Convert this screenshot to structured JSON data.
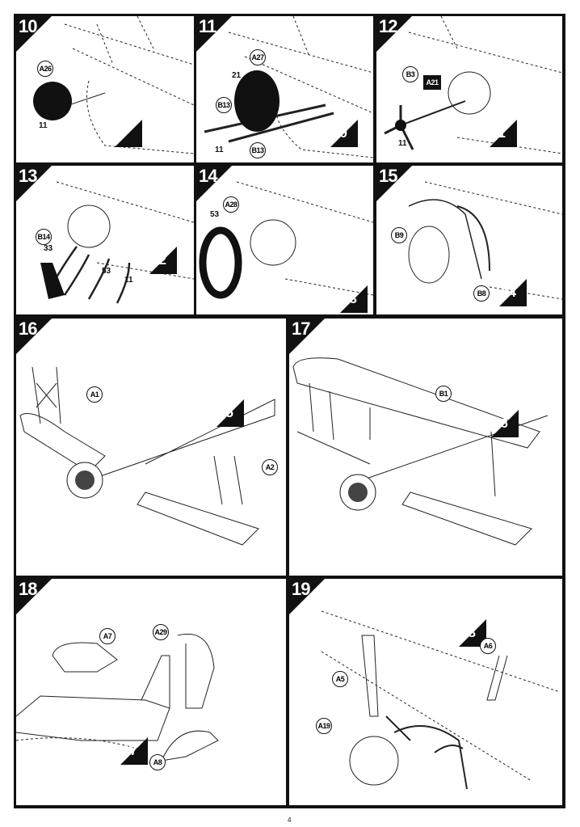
{
  "page_number": "4",
  "steps": [
    {
      "number": "10",
      "ref": "9",
      "callouts": [
        "A26"
      ],
      "numbers": [
        "11"
      ]
    },
    {
      "number": "11",
      "ref": "10",
      "callouts": [
        "A27",
        "B13",
        "B13"
      ],
      "numbers": [
        "21",
        "11"
      ]
    },
    {
      "number": "12",
      "ref": "11",
      "callouts": [
        "B3",
        "A21"
      ],
      "numbers": [
        "11"
      ]
    },
    {
      "number": "13",
      "ref": "12",
      "callouts": [
        "B14"
      ],
      "numbers": [
        "33",
        "53",
        "11"
      ]
    },
    {
      "number": "14",
      "ref": "13",
      "callouts": [
        "A28"
      ],
      "numbers": [
        "53"
      ]
    },
    {
      "number": "15",
      "ref": "14",
      "callouts": [
        "B9",
        "B8"
      ],
      "numbers": []
    },
    {
      "number": "16",
      "ref": "15",
      "callouts": [
        "A1",
        "A2"
      ],
      "numbers": []
    },
    {
      "number": "17",
      "ref": "16",
      "callouts": [
        "B1"
      ],
      "numbers": []
    },
    {
      "number": "18",
      "ref": "17",
      "callouts": [
        "A7",
        "A29",
        "A8"
      ],
      "numbers": []
    },
    {
      "number": "19",
      "ref": "18",
      "callouts": [
        "A6",
        "A5",
        "A19"
      ],
      "numbers": []
    }
  ]
}
